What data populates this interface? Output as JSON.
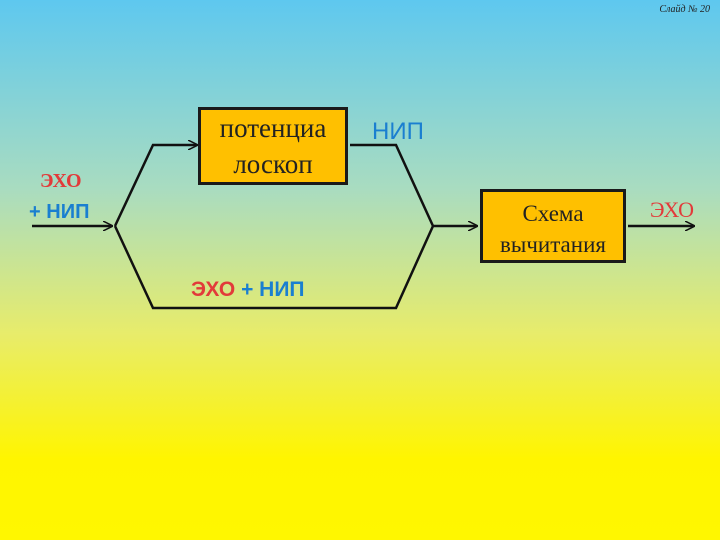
{
  "slide_number": "Слайд № 20",
  "input_label": {
    "echo": "ЭХО",
    "plus": "+",
    "nip": "НИП"
  },
  "box_top": {
    "line1": "потенциа",
    "line2": "лоскоп"
  },
  "top_output_label": "НИП",
  "box_right": {
    "line1": "Схема",
    "line2": "вычитания"
  },
  "bottom_branch_label": {
    "echo": "ЭХО",
    "plus": "+",
    "nip": "НИП"
  },
  "output_label": "ЭХО",
  "colors": {
    "echo": "#e23a3a",
    "nip": "#1a7fd0",
    "box_fill": "#ffc000"
  }
}
